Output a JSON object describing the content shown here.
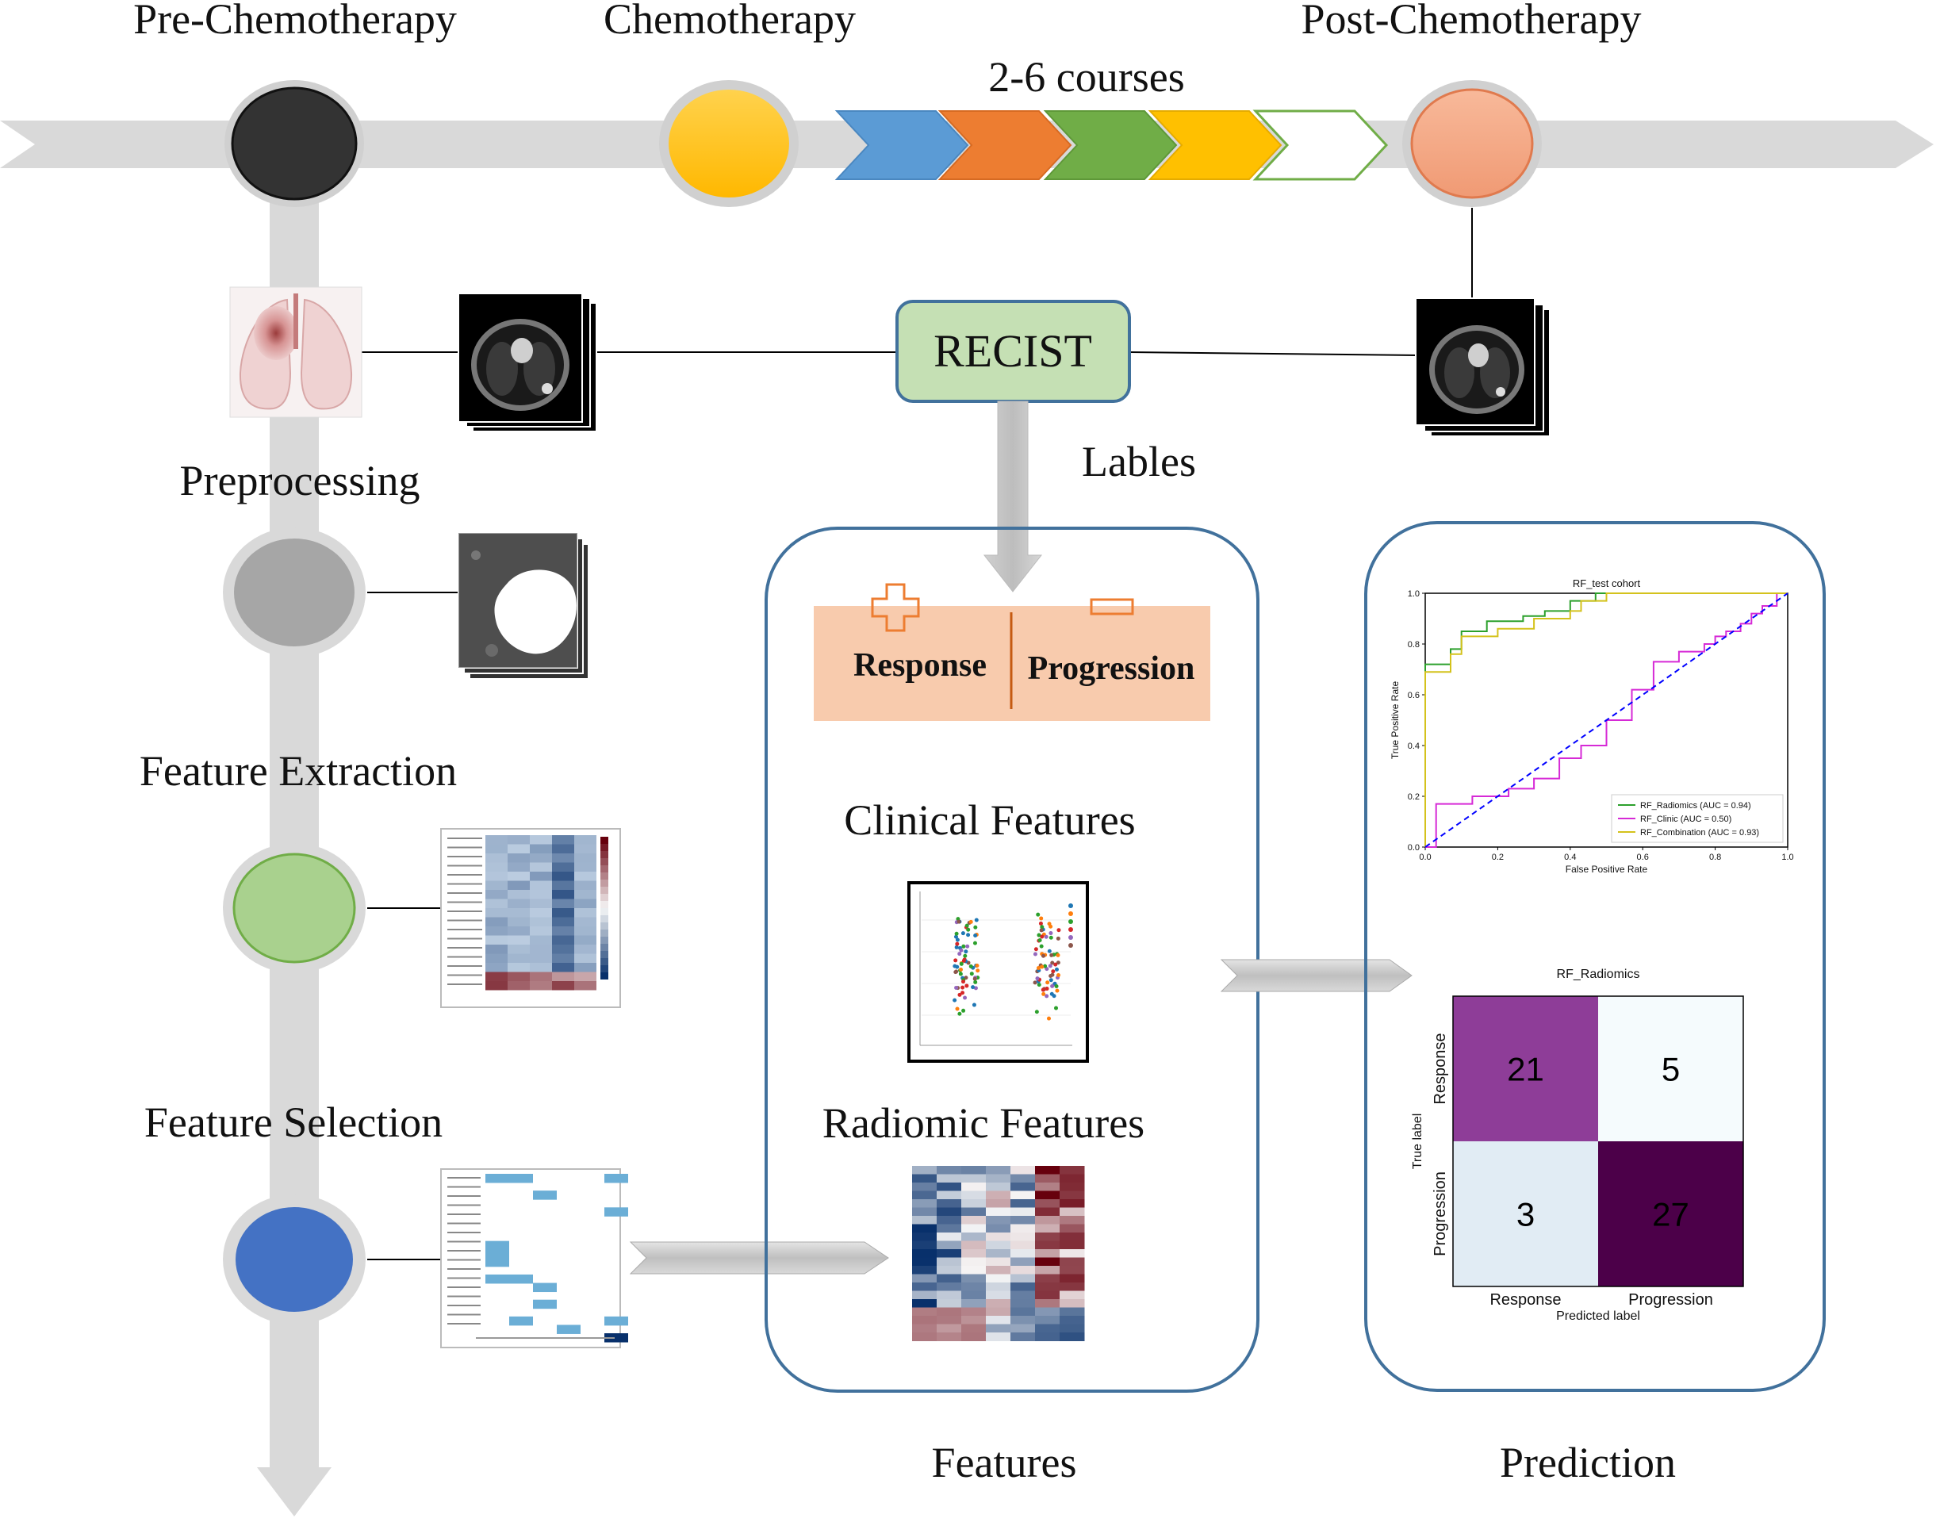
{
  "stages": {
    "pre": "Pre-Chemotherapy",
    "chemo": "Chemotherapy",
    "post": "Post-Chemotherapy",
    "courses": "2-6 courses"
  },
  "steps": {
    "preprocessing": "Preprocessing",
    "extraction": "Feature Extraction",
    "selection": "Feature Selection"
  },
  "recist": "RECIST",
  "labels_caption": "Lables",
  "labels": {
    "response": "Response",
    "progression": "Progression"
  },
  "features": {
    "clinical": "Clinical Features",
    "radiomic": "Radiomic Features",
    "caption": "Features"
  },
  "prediction_caption": "Prediction",
  "colors": {
    "timeline": "#d9d9d9",
    "pre_node": "#333333",
    "chemo_node": "#ffc000",
    "post_node": "#f4a582",
    "preproc_node": "#a6a6a6",
    "extract_node": "#a9d18e",
    "select_node": "#4472c4",
    "chevrons": [
      "#5b9bd5",
      "#ed7d31",
      "#70ad47",
      "#ffc000",
      "#ffffff"
    ],
    "recist_fill": "#c5e0b4",
    "label_band": "#f8cbad",
    "panel_border": "#41719c"
  },
  "chart_data": [
    {
      "type": "line",
      "title": "RF_test cohort",
      "xlabel": "False Positive Rate",
      "ylabel": "True Positive Rate",
      "xlim": [
        0,
        1
      ],
      "ylim": [
        0,
        1
      ],
      "x_ticks": [
        "0.0",
        "0.2",
        "0.4",
        "0.6",
        "0.8",
        "1.0"
      ],
      "y_ticks": [
        "0.0",
        "0.2",
        "0.4",
        "0.6",
        "0.8",
        "1.0"
      ],
      "legend_position": "lower-right",
      "series": [
        {
          "name": "RF_Radiomics (AUC = 0.94)",
          "color": "#2ca02c",
          "points": [
            [
              0,
              0
            ],
            [
              0,
              0.72
            ],
            [
              0.07,
              0.72
            ],
            [
              0.07,
              0.78
            ],
            [
              0.1,
              0.78
            ],
            [
              0.1,
              0.85
            ],
            [
              0.17,
              0.85
            ],
            [
              0.17,
              0.89
            ],
            [
              0.27,
              0.89
            ],
            [
              0.27,
              0.91
            ],
            [
              0.33,
              0.91
            ],
            [
              0.33,
              0.93
            ],
            [
              0.4,
              0.93
            ],
            [
              0.4,
              0.97
            ],
            [
              0.47,
              0.97
            ],
            [
              0.47,
              1
            ],
            [
              1,
              1
            ]
          ]
        },
        {
          "name": "RF_Clinic (AUC = 0.50)",
          "color": "#d62ad6",
          "points": [
            [
              0,
              0
            ],
            [
              0.03,
              0
            ],
            [
              0.03,
              0.17
            ],
            [
              0.13,
              0.17
            ],
            [
              0.13,
              0.2
            ],
            [
              0.23,
              0.2
            ],
            [
              0.23,
              0.23
            ],
            [
              0.3,
              0.23
            ],
            [
              0.3,
              0.27
            ],
            [
              0.37,
              0.27
            ],
            [
              0.37,
              0.35
            ],
            [
              0.43,
              0.35
            ],
            [
              0.43,
              0.4
            ],
            [
              0.5,
              0.4
            ],
            [
              0.5,
              0.5
            ],
            [
              0.57,
              0.5
            ],
            [
              0.57,
              0.62
            ],
            [
              0.63,
              0.62
            ],
            [
              0.63,
              0.73
            ],
            [
              0.7,
              0.73
            ],
            [
              0.7,
              0.77
            ],
            [
              0.77,
              0.77
            ],
            [
              0.77,
              0.8
            ],
            [
              0.8,
              0.8
            ],
            [
              0.8,
              0.83
            ],
            [
              0.83,
              0.83
            ],
            [
              0.83,
              0.85
            ],
            [
              0.87,
              0.85
            ],
            [
              0.87,
              0.88
            ],
            [
              0.9,
              0.88
            ],
            [
              0.9,
              0.92
            ],
            [
              0.93,
              0.92
            ],
            [
              0.93,
              0.95
            ],
            [
              0.97,
              0.95
            ],
            [
              0.97,
              1
            ],
            [
              1,
              1
            ]
          ]
        },
        {
          "name": "RF_Combination (AUC = 0.93)",
          "color": "#d4c21c",
          "points": [
            [
              0,
              0
            ],
            [
              0,
              0.69
            ],
            [
              0.07,
              0.69
            ],
            [
              0.07,
              0.76
            ],
            [
              0.1,
              0.76
            ],
            [
              0.1,
              0.83
            ],
            [
              0.2,
              0.83
            ],
            [
              0.2,
              0.86
            ],
            [
              0.3,
              0.86
            ],
            [
              0.3,
              0.9
            ],
            [
              0.4,
              0.9
            ],
            [
              0.4,
              0.93
            ],
            [
              0.43,
              0.93
            ],
            [
              0.43,
              0.97
            ],
            [
              0.5,
              0.97
            ],
            [
              0.5,
              1
            ],
            [
              1,
              1
            ]
          ]
        },
        {
          "name": "",
          "color": "#0000ff",
          "style": "dashed",
          "points": [
            [
              0,
              0
            ],
            [
              1,
              1
            ]
          ]
        }
      ]
    },
    {
      "type": "heatmap",
      "title": "RF_Radiomics",
      "xlabel": "Predicted label",
      "ylabel": "True label",
      "x_categories": [
        "Response",
        "Progression"
      ],
      "y_categories": [
        "Response",
        "Progression"
      ],
      "values": [
        [
          21,
          5
        ],
        [
          3,
          27
        ]
      ],
      "colors": [
        [
          "#8e3d98",
          "#f5fbfd"
        ],
        [
          "#e1ecf4",
          "#4c0049"
        ]
      ],
      "text_colors": [
        [
          "#000000",
          "#000000"
        ],
        [
          "#000000",
          "#000000"
        ]
      ]
    }
  ]
}
